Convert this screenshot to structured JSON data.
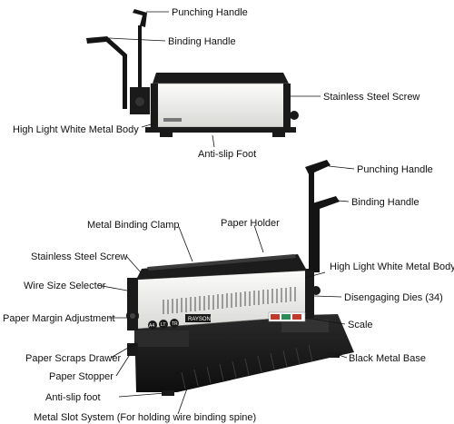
{
  "colors": {
    "body_white": "#f2f2f0",
    "body_shade": "#cfcfcf",
    "frame_black": "#1a1a1a",
    "handle_black": "#141414",
    "label_text": "#111111",
    "scale_red": "#c0392b",
    "scale_green": "#2e8b57"
  },
  "top_machine": {
    "labels": {
      "punching_handle": "Punching Handle",
      "binding_handle": "Binding Handle",
      "stainless_steel_screw": "Stainless Steel Screw",
      "body": "High Light White Metal Body",
      "anti_slip_foot": "Anti-slip Foot"
    }
  },
  "bottom_machine": {
    "labels": {
      "punching_handle": "Punching Handle",
      "binding_handle": "Binding Handle",
      "metal_binding_clamp": "Metal Binding Clamp",
      "paper_holder": "Paper Holder",
      "stainless_steel_screw": "Stainless Steel Screw",
      "body": "High Light White Metal Body",
      "wire_size_selector": "Wire Size Selector",
      "disengaging_dies": "Disengaging Dies (34)",
      "paper_margin_adjustment": "Paper Margin Adjustment",
      "scale": "Scale",
      "paper_scraps_drawer": "Paper Scraps Drawer",
      "black_metal_base": "Black Metal Base",
      "paper_stopper": "Paper Stopper",
      "anti_slip_foot": "Anti-slip foot",
      "metal_slot_system": "Metal Slot System (For holding wire binding spine)"
    },
    "brand_text": "RAYSON",
    "size_badges": [
      "A4",
      "LT",
      "TR"
    ]
  }
}
